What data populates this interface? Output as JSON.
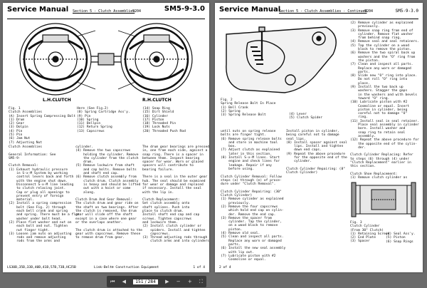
{
  "page1": {
    "header": {
      "title": "Service Manual",
      "section": "Section 5 - Clutch Assemblies",
      "number": "9204",
      "code": "SM5-9-3.0"
    },
    "figure": {
      "label_left": "L.H.CLUTCH",
      "label_right": "R.H.CLUTCH"
    },
    "fig_caption": "Fig. 1\nClutch Assemblies\n(A) Insert Spring Compressing Bolt\n(1) Drum\n(2) Gear\n(3) Dolpin\n(4) Pin\n(5) Pin\n(6) Jam Nut\n(7) Adjusting Nut",
    "fig_caption2": "Here (See Fig.2)\n(8) Spring Cartridge Ass'y.\n(9) Pin\n(10) Spring\n(11) Bellpin\n(12) Return Spring\n(13) Capscrews",
    "fig_caption3": "(14) Snap Ring\n(15) Dirt Shield\n(16) Cylinder\n(17) Piston\n(18) Threaded Pin\n(19) Lock Nuts\n(20) Threaded Push Rod",
    "col1": "Clutch Assemblies\n\nGeneral Information: See\nSM5-9-\n\nClutch Removal:\n(1) Exhaust hydraulic pressure\n    in S-x-M System by working\n    control levers back and forth\n    with the engine shut down.\n    Disconnect S-x-M line leading\n    to clutch relacing joint.\n    Cap or plug all openings to\n    prevent entry of foreign\n    material.\n(2) Install a spring compression\n    bolt (See Fig. 2) through\n    each bell crank and spring\n    and spring. There must be a flat\n    washer under bolt head.\n(2) Place flat washer and nut on\n    each bolt and nut. Tighten\n    nut finger tight.\n(3) Loosen jam nuts on adjusting\n    rods and remove adjusting\n    rods from the arms and",
    "col2": "cylinder.\n(4) Remove the two capscrews\n    holding the cylinder. Remove\n    the cylinder from the clutch\n    drum.\n(5) Remove lockwire from shaft\n    and cap bolts. Remove bolts\n    and shaft end cap.\n(6) Remove clutch assembly from\n    clutch drum. Clutch assembly\n    is heavy and should be lifted\n    out with a hoist or come\n    along.\n\nClutch Drum And Gear Removal:\nThe clutch drum and gear ride on\nthe shaft on two bearings. After\nthe clutch is removed, the drum\ngear will slide off the shaft\nexcept in a case where one gear\nor the overlaps another.\n\nThe clutch drum is attached to the\ngear with capscrews. Remove these\nto remove drum from gear.",
    "col3": "The drum gear bearings are pressed\nin, one from each side, against a\nsnap ring. There is a spacer in\nbetween them. Inspect bearing\nspacer for wear. Worn or glazed\nspacers will contribute to\nbearing failure.\n\nThere is a seal in the outer gear\nhub. The seal should be examined\nfor wear or damage and replaced\nif necessary. Install the seal\nwith the lip in.\n\nClutch Replacement:\nSet clutch assembly onto\nshaft splines. Push into\nplace to clutch drum.\nInstall shaft end cap and cap\nscrews. Tighten capscrews\nand lockwire them.\n(2) Install clutch cylinder or\n    spiders. Install and tighten\n    capscrews.\n(3) Thread adjusting rods through\n    clutch arms and into cylinders.",
    "footer_left": "LS30B,35B,33B,40B,41B,57B,73B,HC25B",
    "footer_center": "Link-Belt® Construction Equipment",
    "footer_right": "1 of 4"
  },
  "page2": {
    "header": {
      "title": "Service Manual",
      "section": "Section 5 - Clutch Assemblies - Continued",
      "number": "9204",
      "code": "SM5-9-3.0"
    },
    "fig2_caption": "Fig. 2\nSpring Release Bolt In Place\n(1) Bell Crank\n(2) Spring\n(3) Spring Release Bolt",
    "fig2_caption2": "(4) Lever\n(5) Clutch Spider",
    "right_col": "(2) Remove cylinder as explained\n    previously.\n(3) Remove snap ring from end of\n    cylinder. Remove flat washer\n    from behind snap ring.\n(4) Remove seal and seal retainers.\n(5) Tap the cylinder on a wood\n    block to remove the piston.\n(6) Remove the two spiral back up\n    washers and the \"O\" ring from\n    the piston.\n(7) Clean and inspect all parts.\n    Replace any worn or damaged\n    parts.\n(8) Slide new \"O\" ring into place.\n    Do not roll \"O\" ring into\n    place.\n(9) Install the two back up\n    washers. Stagger the gaps\n    in the washers and with bevels\n    toward \"O\" ring.\n(10) Lubricate piston with #2\n    Cosmoline or equal. Insert\n    piston in cylinder, being\n    careful not to damage \"O\"\n    ring.\n(11) Install seal in seal retainer.\n    Place seal assembly in cylinder\n    bore. Install washer and\n    snap ring to retain seal\n    assembly.\n(12) Repeat the above procedure for\n    the opposite end of the cylin-\n    der.\n\nClutch Cylinder Replacing: Refer\nto steps (6) through (4) under\n\"Clutch Replacement\" earlier in\nthis section.\n\nClutch Shoe Replacement:\n(1) Remove clutch cylinder as",
    "low_col1": "until nuts on spring release\nbolts are finger tight.\n(6) Remove spring release bolts\n    and store in machine tool\n    box.\n(7) Adjust clutch as explained\n    later in this section.\n(8) Install S-x-M lines. Start\n    engine and check lines for\n    leakage. Repair if any\n    before using.\n\nClutch Cylinder Removal: Follow\nsteps (a) through (e) of proce-\ndure under \"Clutch Removal\".\n\nClutch Cylinder Repairing: (30\"\nClutch Cylinder)\n(1) Remove cylinder as explained\n    previously.\n(2) Remove the four capscrews\n    which hold end cap on cylin-\n    der. Remove the end cap.\n(3) Remove the spacer from\n    cylinder. Tap the cylinder,\n    on a wood block to remove\n    piston.\n(4) Remove old seal.\n(5) Clean and inspect all parts.\n    Replace any worn or damaged\n    parts.\n(6) Install the new seal assembly\n    with lip out.\n(7) Lubricate piston with #2\n    Cosmoline or equal.",
    "low_col2": "Install piston in cylinder,\nbeing careful not to damage\nseal lips.\n(8) Install spacer against seal\n    lips. Install and tighten\n    down end caps.\n(9) Repeat the above procedure\n    for the opposite end of the\n    cylinder.\n\nClutch Cylinder Repairing: (8\"\nClutch Cylinder)",
    "fig3_caption": "Fig. 3\nClutch Cylinder\n(From 30\" Clutch)\n(1) Retaining Screws\n(2) End Plate\n(3) Spacer",
    "fig3_caption2": "(4) Seal Ass'y.\n(5) Piston\n(6) Snap Rings",
    "footer_left": "2 of 4"
  },
  "viewer": {
    "page_indicator": "151 / 284"
  }
}
